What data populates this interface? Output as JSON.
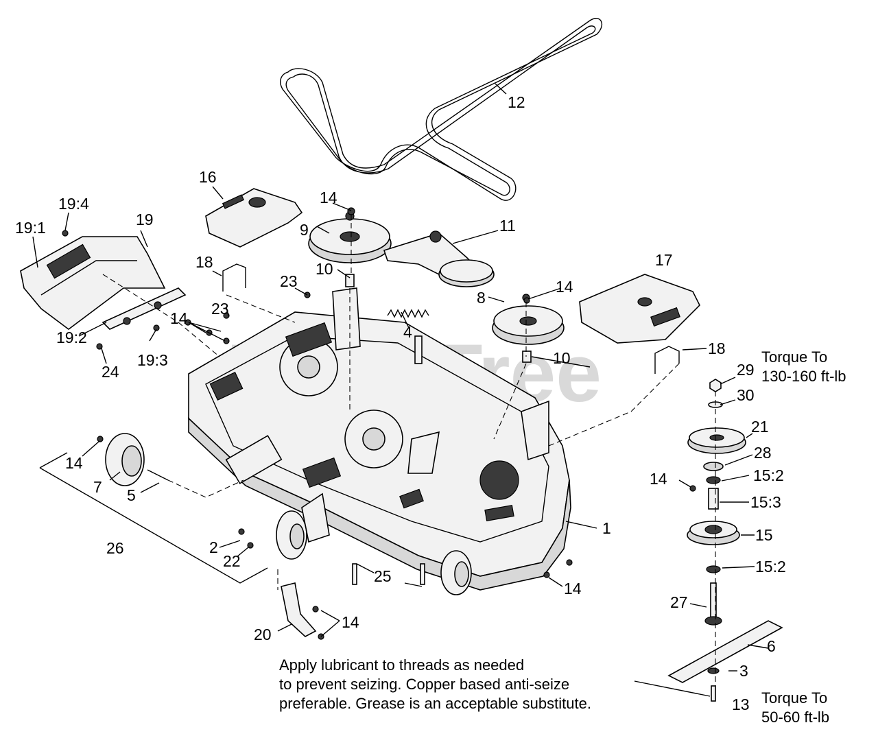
{
  "watermark": "PartsTree",
  "callouts": [
    "1",
    "2",
    "3",
    "4",
    "5",
    "6",
    "7",
    "8",
    "9",
    "10",
    "10",
    "11",
    "12",
    "13",
    "14",
    "14",
    "14",
    "14",
    "14",
    "14",
    "14",
    "14",
    "15",
    "15:2",
    "15:2",
    "15:3",
    "16",
    "17",
    "18",
    "18",
    "19",
    "19:1",
    "19:2",
    "19:3",
    "19:4",
    "20",
    "21",
    "22",
    "23",
    "23",
    "24",
    "25",
    "26",
    "27",
    "28",
    "29",
    "30"
  ],
  "torque_top": {
    "line1": "Torque To",
    "line2": "130-160 ft-lb"
  },
  "torque_bottom": {
    "line1": "Torque To",
    "line2": "50-60 ft-lb"
  },
  "lubricant_note": {
    "line1": "Apply lubricant to threads as needed",
    "line2": "to prevent seizing. Copper based anti-seize",
    "line3": "preferable. Grease is an acceptable substitute."
  }
}
